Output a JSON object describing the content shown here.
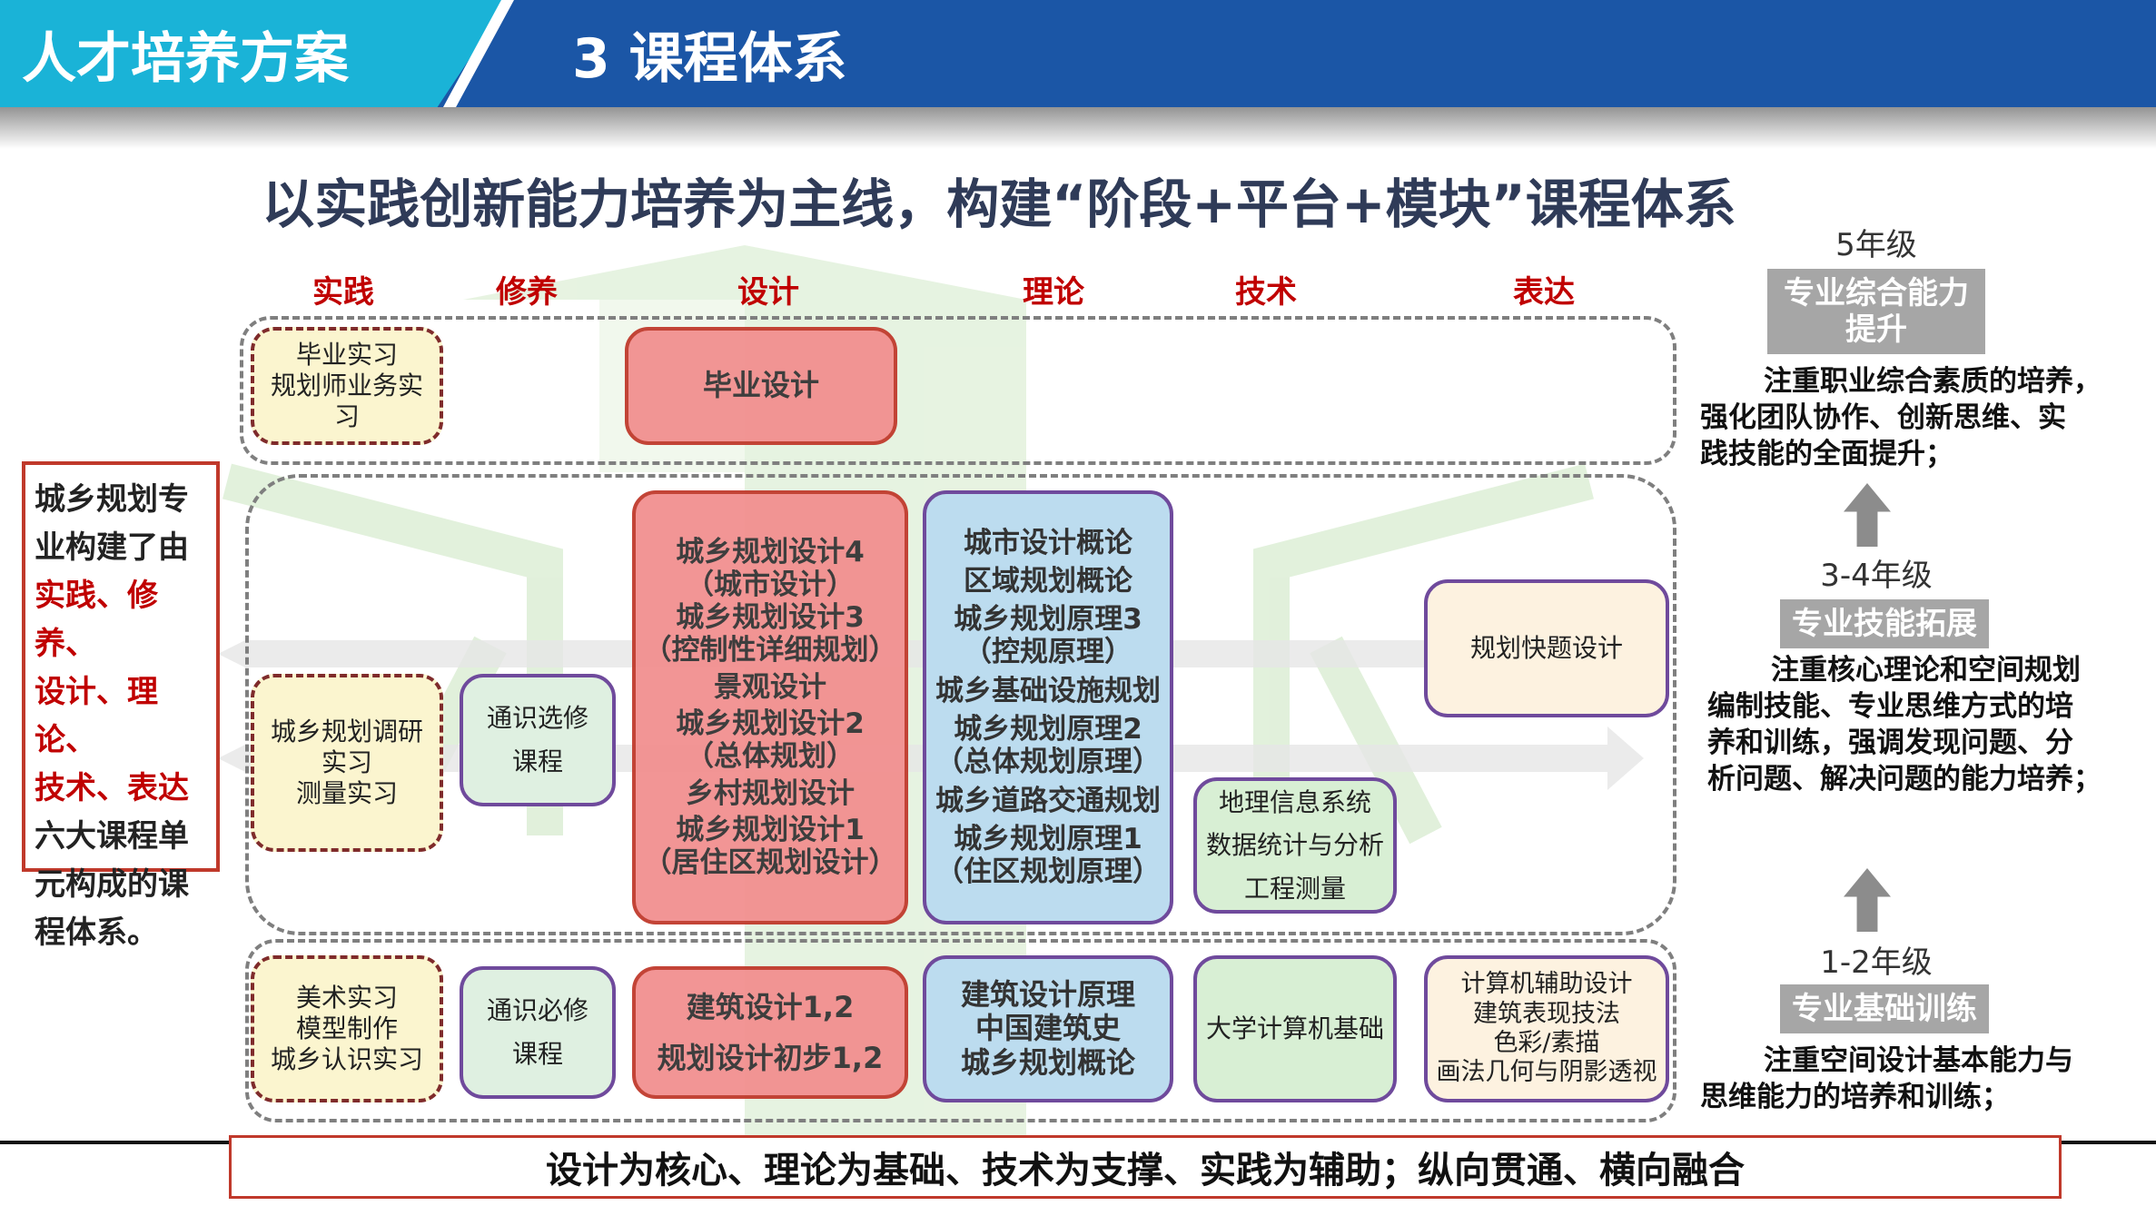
{
  "header": {
    "left_title": "人才培养方案",
    "right_title": "3 课程体系"
  },
  "main_title": "以实践创新能力培养为主线，构建“阶段+平台+模块”课程体系",
  "columns": [
    "实践",
    "修养",
    "设计",
    "理论",
    "技术",
    "表达"
  ],
  "tier_top": {
    "practice": [
      "毕业实习",
      "规划师业务实习"
    ],
    "design": [
      "毕业设计"
    ]
  },
  "tier_mid": {
    "practice": [
      "城乡规划调研",
      "实习",
      "测量实习"
    ],
    "cultivation": [
      "通识选修",
      "课程"
    ],
    "design": [
      "城乡规划设计4",
      "（城市设计）",
      "城乡规划设计3",
      "（控制性详细规划）",
      "景观设计",
      "城乡规划设计2",
      "（总体规划）",
      "乡村规划设计",
      "城乡规划设计1",
      "（居住区规划设计）"
    ],
    "theory": [
      "城市设计概论",
      "区域规划概论",
      "城乡规划原理3",
      "（控规原理）",
      "城乡基础设施规划",
      "城乡规划原理2",
      "（总体规划原理）",
      "城乡道路交通规划",
      "城乡规划原理1",
      "（住区规划原理）"
    ],
    "tech": [
      "地理信息系统",
      "数据统计与分析",
      "工程测量"
    ],
    "expression": [
      "规划快题设计"
    ]
  },
  "tier_bottom": {
    "practice": [
      "美术实习",
      "模型制作",
      "城乡认识实习"
    ],
    "cultivation": [
      "通识必修",
      "课程"
    ],
    "design": [
      "建筑设计1,2",
      "规划设计初步1,2"
    ],
    "theory": [
      "建筑设计原理",
      "中国建筑史",
      "城乡规划概论"
    ],
    "tech": [
      "大学计算机基础"
    ],
    "expression": [
      "计算机辅助设计",
      "建筑表现技法",
      "色彩/素描",
      "画法几何与阴影透视"
    ]
  },
  "left_note": {
    "lines": [
      "城乡规划专",
      "业构建了由"
    ],
    "red_lines": [
      "实践、修养、",
      "设计、理论、",
      "技术、表达"
    ],
    "tail_lines": [
      "六大课程单",
      "元构成的课",
      "程体系。"
    ]
  },
  "levels": [
    {
      "grade": "5年级",
      "label": "专业综合能力提升",
      "label_lines": [
        "专业综合能力",
        "提升"
      ],
      "desc": [
        "注重职业综合素质的培养，",
        "强化团队协作、创新思维、实",
        "践技能的全面提升；"
      ]
    },
    {
      "grade": "3-4年级",
      "label": "专业技能拓展",
      "desc": [
        "注重核心理论和空间规划",
        "编制技能、专业思维方式的培",
        "养和训练，强调发现问题、分",
        "析问题、解决问题的能力培养；"
      ]
    },
    {
      "grade": "1-2年级",
      "label": "专业基础训练",
      "desc": [
        "注重空间设计基本能力与",
        "思维能力的培养和训练；"
      ]
    }
  ],
  "bottom_banner": "设计为核心、理论为基础、技术为支撑、实践为辅助；纵向贯通、横向融合",
  "colors": {
    "header_blue": "#1b56a6",
    "header_cyan": "#1ab3d7",
    "accent_red": "#c00000"
  }
}
